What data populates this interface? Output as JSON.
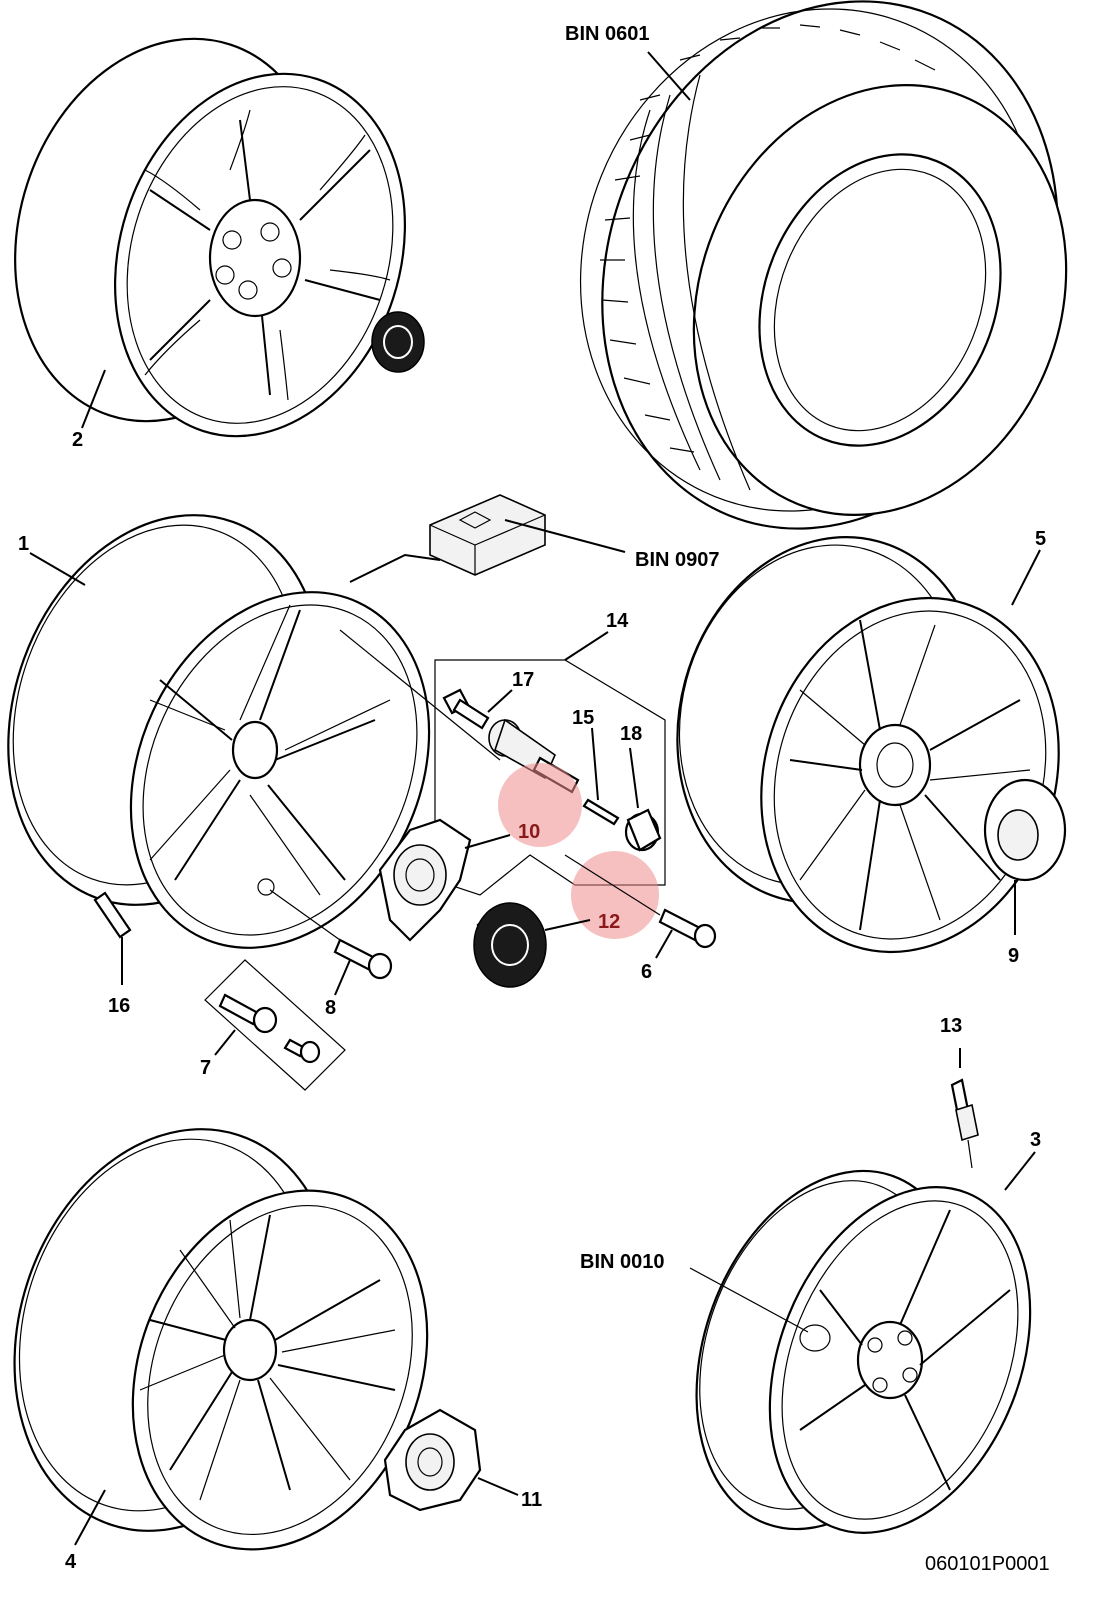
{
  "labels": {
    "n1": "1",
    "n2": "2",
    "n3": "3",
    "n4": "4",
    "n5": "5",
    "n6": "6",
    "n7": "7",
    "n8": "8",
    "n9": "9",
    "n10": "10",
    "n11": "11",
    "n12": "12",
    "n13": "13",
    "n14": "14",
    "n15": "15",
    "n16": "16",
    "n17": "17",
    "n18": "18"
  },
  "bins": {
    "tyre": "BIN 0601",
    "sensor": "BIN 0907",
    "spare": "BIN 0010"
  },
  "reference": "060101P0001",
  "colors": {
    "highlight": "#f08c8c",
    "line": "#000000",
    "background": "#ffffff"
  }
}
